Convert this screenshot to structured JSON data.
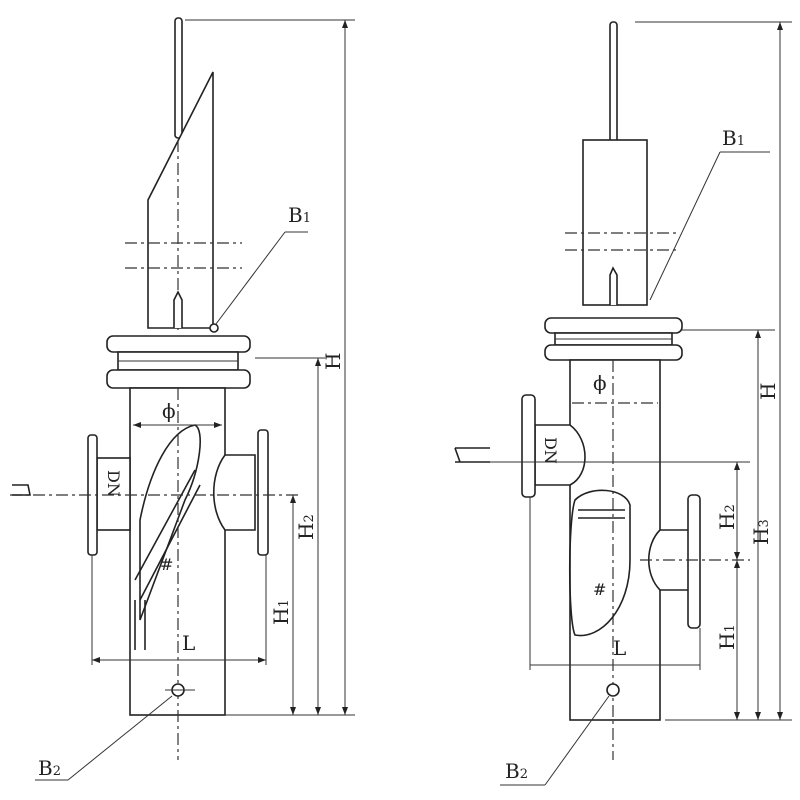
{
  "left_drawing": {
    "labels": {
      "b1": "B",
      "b1_sub": "1",
      "b2": "B",
      "b2_sub": "2",
      "h": "H",
      "h1": "H",
      "h1_sub": "1",
      "h2": "H",
      "h2_sub": "2",
      "l": "L",
      "phi": "ϕ",
      "dn": "DN"
    }
  },
  "right_drawing": {
    "labels": {
      "b1": "B",
      "b1_sub": "1",
      "b2": "B",
      "b2_sub": "2",
      "h": "H",
      "h1": "H",
      "h1_sub": "1",
      "h2": "H",
      "h2_sub": "2",
      "h3": "H",
      "h3_sub": "3",
      "l": "L",
      "phi": "ϕ",
      "dn": "DN"
    }
  }
}
